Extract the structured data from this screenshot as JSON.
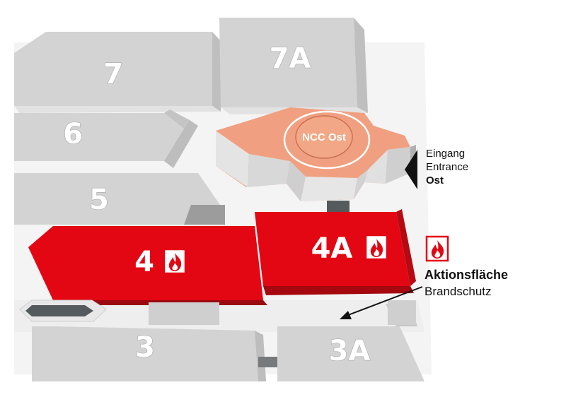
{
  "colors": {
    "hall_grey": "#d3d3d3",
    "hall_grey_dark": "#b9b9b9",
    "hall_top": "#e6e6e6",
    "fire_red": "#e30613",
    "ncc_salmon": "#f0a080",
    "path_dark": "#555a5c"
  },
  "halls": {
    "h7": {
      "label": "7"
    },
    "h7a": {
      "label": "7A"
    },
    "h6": {
      "label": "6"
    },
    "h5": {
      "label": "5"
    },
    "h4": {
      "label": "4",
      "highlight": true,
      "icon": "fire-icon"
    },
    "h4a": {
      "label": "4A",
      "highlight": true,
      "icon": "fire-icon"
    },
    "h3": {
      "label": "3"
    },
    "h3a": {
      "label": "3A"
    }
  },
  "ncc": {
    "label": "NCC Ost"
  },
  "entrance": {
    "line1": "Eingang",
    "line2": "Entrance",
    "line3": "Ost",
    "icon": "arrow-left-icon"
  },
  "legend": {
    "icon": "fire-icon",
    "title": "Aktionsfläche",
    "subtitle": "Brandschutz",
    "pointer_icon": "arrow-icon"
  }
}
